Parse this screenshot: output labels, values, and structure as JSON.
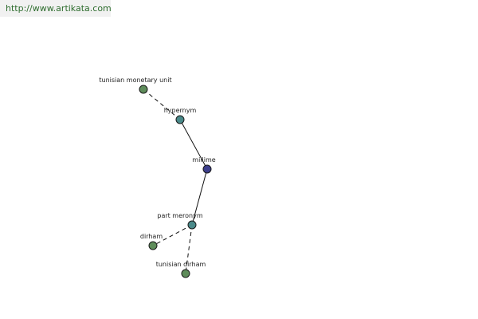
{
  "watermark": {
    "text": "http://www.artikata.com",
    "color": "#2e6d2e"
  },
  "graph": {
    "colors": {
      "leaf": "#5e8c5a",
      "relation": "#4a8a8a",
      "center": "#3d3f8c"
    },
    "nodes": [
      {
        "id": "millime",
        "label": "millime",
        "kind": "center"
      },
      {
        "id": "hypernym",
        "label": "hypernym",
        "kind": "relation"
      },
      {
        "id": "tunisian-monetary-unit",
        "label": "tunisian monetary unit",
        "kind": "leaf"
      },
      {
        "id": "part-meronym",
        "label": "part meronym",
        "kind": "relation"
      },
      {
        "id": "dirham",
        "label": "dirham",
        "kind": "leaf"
      },
      {
        "id": "tunisian-dirham",
        "label": "tunisian dirham",
        "kind": "leaf"
      }
    ],
    "edges": [
      {
        "from": "millime",
        "to": "hypernym",
        "style": "solid"
      },
      {
        "from": "hypernym",
        "to": "tunisian-monetary-unit",
        "style": "dashed"
      },
      {
        "from": "millime",
        "to": "part-meronym",
        "style": "solid"
      },
      {
        "from": "part-meronym",
        "to": "dirham",
        "style": "dashed"
      },
      {
        "from": "part-meronym",
        "to": "tunisian-dirham",
        "style": "dashed"
      }
    ]
  }
}
